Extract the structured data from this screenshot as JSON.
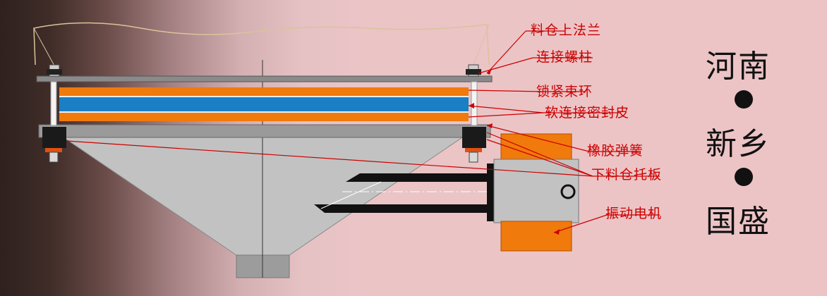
{
  "labels": {
    "hopper_flange": "料仓上法兰",
    "connecting_bolt": "连接螺柱",
    "locking_ring": "锁紧束环",
    "soft_seal": "软连接密封皮",
    "rubber_spring": "橡胶弹簧",
    "bottom_hopper_plate": "下料仓托板",
    "vibration_motor": "振动电机"
  },
  "brand": {
    "line1": "河南",
    "line2": "新乡",
    "line3": "国盛"
  },
  "colors": {
    "label_red": "#cc0000",
    "orange_band": "#f07a0c",
    "blue_band": "#1a7fc4",
    "hopper_grey": "#c2c2c2"
  }
}
